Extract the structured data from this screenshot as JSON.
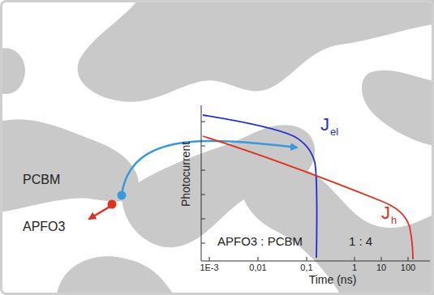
{
  "diagram": {
    "labels": [
      "PCBM",
      "APFO3",
      "Photocurrent",
      "1E-3",
      "0,01",
      "0,1",
      "1",
      "10",
      "100",
      "Time (ns)",
      "J",
      "el",
      "J",
      "h",
      "APFO3 : PCBM",
      "1 : 4"
    ]
  }
}
